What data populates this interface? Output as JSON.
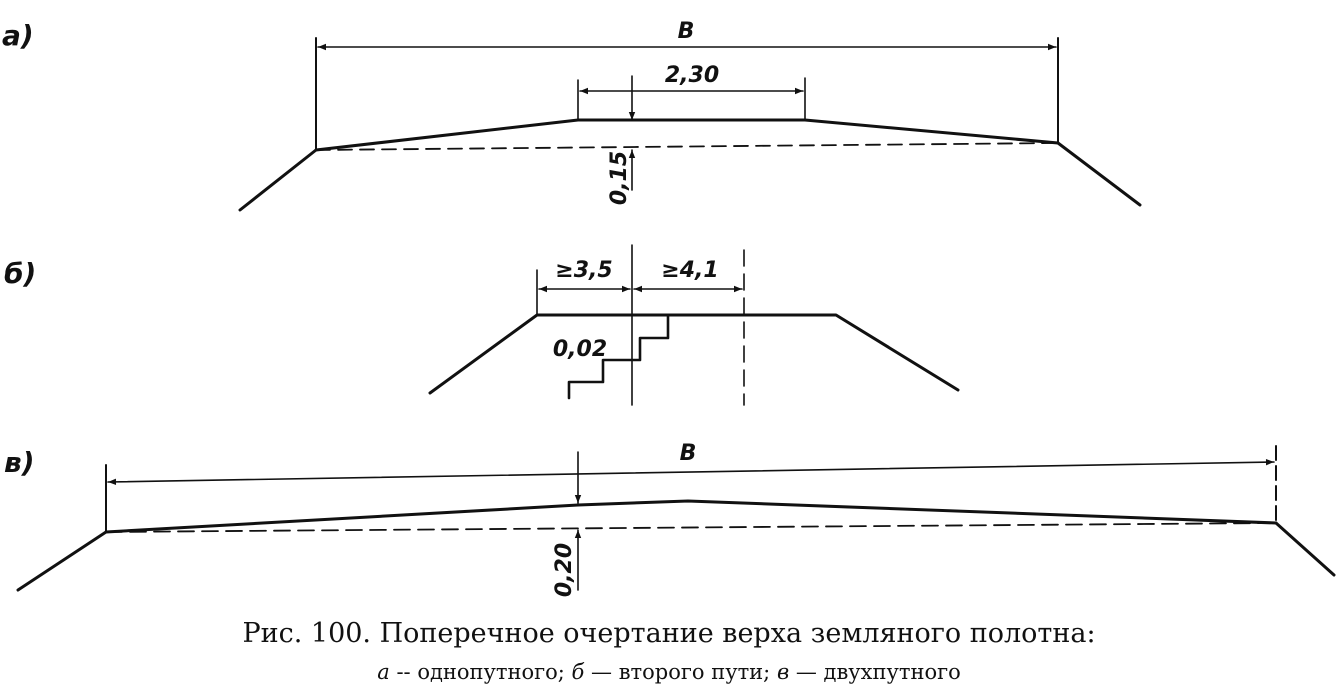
{
  "panel_a": {
    "label": "а)",
    "width_label": "B",
    "top_width": "2,30",
    "crown_height": "0,15"
  },
  "panel_b": {
    "label": "б)",
    "width_left": "≥3,5",
    "width_right": "≥4,1",
    "slope": "0,02"
  },
  "panel_c": {
    "label": "в)",
    "width_label": "B",
    "crown_height": "0,20"
  },
  "caption": {
    "title": "Рис. 100. Поперечное очертание верха земляного полотна:",
    "sub": [
      {
        "letter": "а",
        "text": " -- однопутного; "
      },
      {
        "letter": "б",
        "text": " — второго пути; "
      },
      {
        "letter": "в",
        "text": " — двухпутного"
      }
    ]
  }
}
